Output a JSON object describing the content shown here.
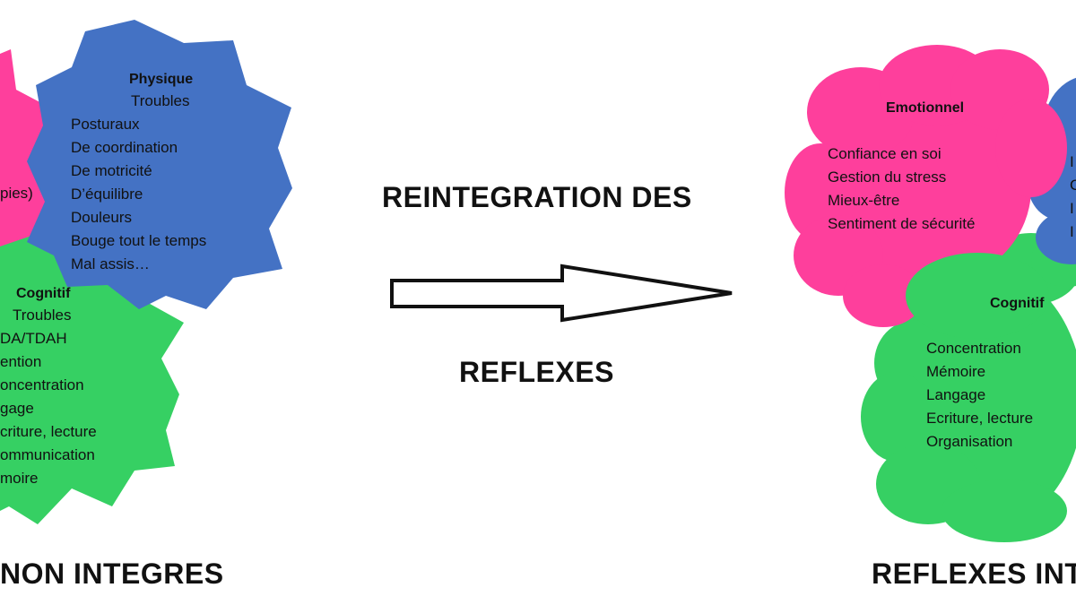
{
  "left_physique": {
    "heading": "Physique",
    "sub": "Troubles",
    "items": [
      "Posturaux",
      "De coordination",
      "De motricité",
      "D’équilibre",
      "Douleurs",
      "Bouge tout le temps",
      "Mal assis…"
    ]
  },
  "left_emotionnel": {
    "fragment": "pies)"
  },
  "left_cognitif": {
    "heading": "Cognitif",
    "sub": "Troubles",
    "items": [
      "DA/TDAH",
      "ention",
      "oncentration",
      "gage",
      "criture, lecture",
      "ommunication",
      "moire"
    ]
  },
  "center": {
    "line1": "REINTEGRATION DES",
    "line2": "REFLEXES"
  },
  "right_emotionnel": {
    "heading": "Emotionnel",
    "items": [
      "Confiance en soi",
      "Gestion du stress",
      "Mieux-être",
      "Sentiment de sécurité"
    ]
  },
  "right_cognitif": {
    "heading": "Cognitif",
    "items": [
      "Concentration",
      "Mémoire",
      "Langage",
      "Ecriture, lecture",
      "Organisation"
    ]
  },
  "right_physique": {
    "fragments": [
      "I",
      "C",
      "I",
      "I"
    ]
  },
  "captions": {
    "left": "NON INTEGRES",
    "right": "REFLEXES INT"
  },
  "colors": {
    "pink": "#fe3f9c",
    "blue": "#4472c4",
    "green": "#36d063",
    "arrow_stroke": "#111111"
  }
}
